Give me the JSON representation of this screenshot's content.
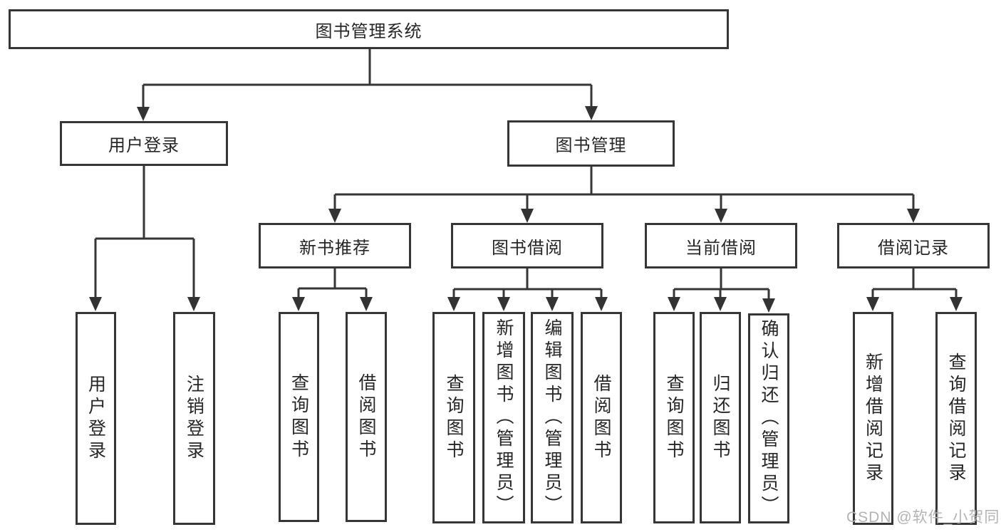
{
  "palette": {
    "line_color": "#363636",
    "text_color": "#262626",
    "background": "#ffffff",
    "watermark_color": "#b3b3b3"
  },
  "watermark": {
    "text": "CSDN @软件_小贺同学"
  },
  "tree": {
    "root": {
      "label": "图书管理系统",
      "children": [
        {
          "label": "用户登录",
          "children": [
            {
              "label": "用户登录"
            },
            {
              "label": "注销登录"
            }
          ]
        },
        {
          "label": "图书管理",
          "children": [
            {
              "label": "新书推荐",
              "children": [
                {
                  "label": "查询图书"
                },
                {
                  "label": "借阅图书"
                }
              ]
            },
            {
              "label": "图书借阅",
              "children": [
                {
                  "label": "查询图书"
                },
                {
                  "label": "新增图书（管理员）"
                },
                {
                  "label": "编辑图书（管理员）"
                },
                {
                  "label": "借阅图书"
                }
              ]
            },
            {
              "label": "当前借阅",
              "children": [
                {
                  "label": "查询图书"
                },
                {
                  "label": "归还图书"
                },
                {
                  "label": "确认归还（管理员）"
                }
              ]
            },
            {
              "label": "借阅记录",
              "children": [
                {
                  "label": "新增借阅记录"
                },
                {
                  "label": "查询借阅记录"
                }
              ]
            }
          ]
        }
      ]
    }
  }
}
